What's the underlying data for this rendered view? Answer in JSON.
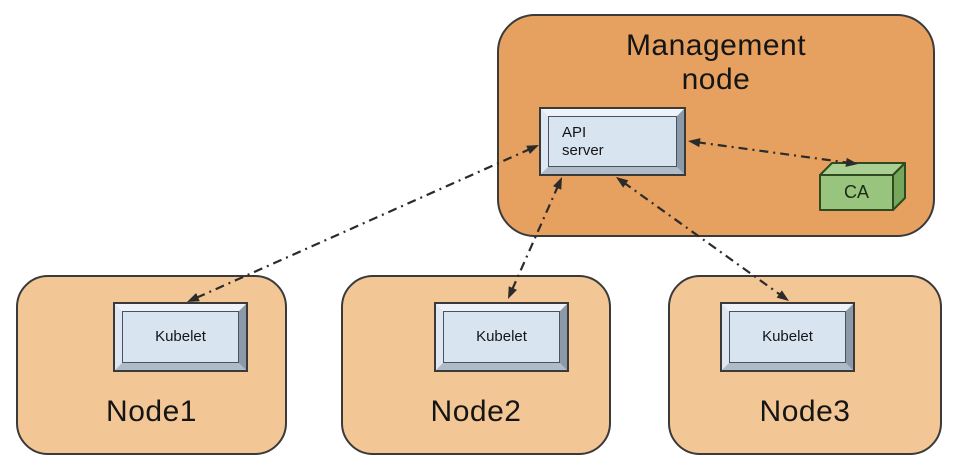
{
  "management_node": {
    "title_line1": "Management",
    "title_line2": "node",
    "fill": "#E6A160"
  },
  "api_server": {
    "line1": "API",
    "line2": "server"
  },
  "ca": {
    "label": "CA",
    "front_color": "#98C47E",
    "top_color": "#A9CF92",
    "side_color": "#76A55C",
    "stroke_color": "#2E4A1E"
  },
  "nodes": [
    {
      "label": "Node1",
      "kubelet": "Kubelet"
    },
    {
      "label": "Node2",
      "kubelet": "Kubelet"
    },
    {
      "label": "Node3",
      "kubelet": "Kubelet"
    }
  ],
  "edges": [
    {
      "name": "api-server-to-kubelet1",
      "bidirectional": true
    },
    {
      "name": "api-server-to-kubelet2",
      "bidirectional": true
    },
    {
      "name": "api-server-to-kubelet3",
      "bidirectional": true
    },
    {
      "name": "api-server-to-ca",
      "bidirectional": true
    }
  ],
  "colors": {
    "management_fill": "#E6A160",
    "node_fill": "#F3C795",
    "shape_border": "#3A3A3A",
    "box_face": "#D8E4F0",
    "arrow": "#2B2B2B"
  }
}
